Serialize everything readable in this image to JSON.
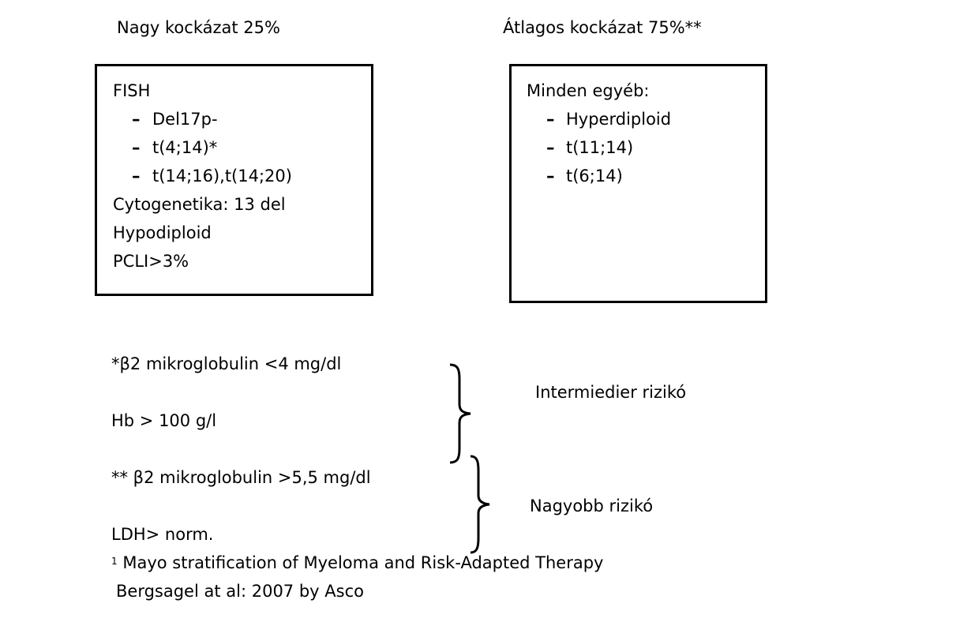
{
  "high_risk": {
    "header": "Nagy kockázat 25%",
    "lines": {
      "fish": "FISH",
      "del17p": "Del17p-",
      "t414": "t(4;14)*",
      "t1416": "t(14;16),t(14;20)",
      "cyto": "Cytogenetika: 13 del",
      "hypo": "Hypodiploid",
      "pcli": "PCLI>3%"
    }
  },
  "standard_risk": {
    "header": "Átlagos kockázat 75%**",
    "lines": {
      "minden": "Minden egyéb:",
      "hyper": "Hyperdiploid",
      "t1114": "t(11;14)",
      "t614": "t(6;14)"
    }
  },
  "notes": {
    "b2_low": "*β2 mikroglobulin <4 mg/dl",
    "hb": "Hb > 100 g/l",
    "b2_high": "** β2 mikroglobulin >5,5 mg/dl",
    "ldh": "LDH> norm.",
    "intermediate": "Intermiedier rizikó",
    "higher": "Nagyobb rizikó"
  },
  "footnote": {
    "marker": "1",
    "line1": "Mayo stratification of Myeloma and Risk-Adapted Therapy",
    "line2": "Bergsagel at al: 2007 by Asco"
  },
  "dash_char": "–"
}
